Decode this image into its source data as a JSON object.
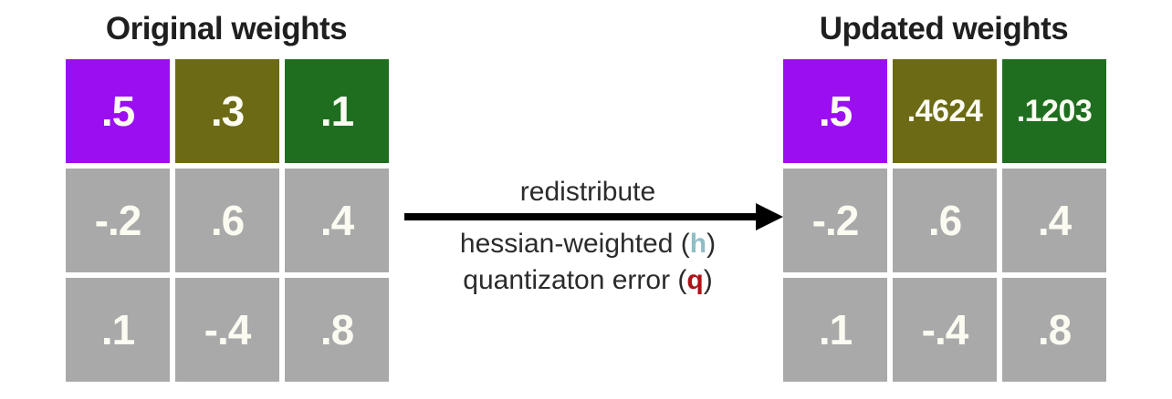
{
  "colors": {
    "purple": "#9c0ef2",
    "olive": "#6c6a14",
    "green": "#1f6e20",
    "gray": "#a9a9a9",
    "arrow": "#000000",
    "h_accent": "#8fbdc5",
    "q_accent": "#b01116"
  },
  "left_matrix": {
    "title": "Original weights",
    "cells": [
      {
        "v": ".5",
        "bg": "#9c0ef2"
      },
      {
        "v": ".3",
        "bg": "#6c6a14"
      },
      {
        "v": ".1",
        "bg": "#1f6e20"
      },
      {
        "v": "-.2",
        "bg": "#a9a9a9"
      },
      {
        "v": ".6",
        "bg": "#a9a9a9"
      },
      {
        "v": ".4",
        "bg": "#a9a9a9"
      },
      {
        "v": ".1",
        "bg": "#a9a9a9"
      },
      {
        "v": "-.4",
        "bg": "#a9a9a9"
      },
      {
        "v": ".8",
        "bg": "#a9a9a9"
      }
    ]
  },
  "right_matrix": {
    "title": "Updated weights",
    "cells": [
      {
        "v": ".5",
        "bg": "#9c0ef2"
      },
      {
        "v": ".4624",
        "bg": "#6c6a14"
      },
      {
        "v": ".1203",
        "bg": "#1f6e20"
      },
      {
        "v": "-.2",
        "bg": "#a9a9a9"
      },
      {
        "v": ".6",
        "bg": "#a9a9a9"
      },
      {
        "v": ".4",
        "bg": "#a9a9a9"
      },
      {
        "v": ".1",
        "bg": "#a9a9a9"
      },
      {
        "v": "-.4",
        "bg": "#a9a9a9"
      },
      {
        "v": ".8",
        "bg": "#a9a9a9"
      }
    ]
  },
  "arrow_label": {
    "top": "redistribute",
    "line2_prefix": "hessian-weighted (",
    "line2_accent": "h",
    "line2_suffix": ")",
    "line3_prefix": "quantizaton error (",
    "line3_accent": "q",
    "line3_suffix": ")"
  }
}
